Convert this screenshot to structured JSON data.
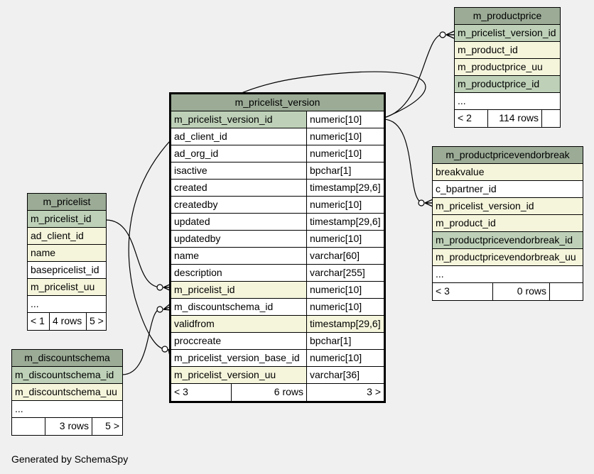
{
  "footer": "Generated by SchemaSpy",
  "colors": {
    "background": "#f0f0f0",
    "header": "#9bab96",
    "primary_key": "#bed1b8",
    "indexed": "#f5f5dc"
  },
  "tables": {
    "m_productprice": {
      "name": "m_productprice",
      "columns": [
        "m_pricelist_version_id",
        "m_product_id",
        "m_productprice_uu",
        "m_productprice_id",
        "..."
      ],
      "footer": [
        "< 2",
        "114 rows",
        ""
      ]
    },
    "m_pricelist_version": {
      "name": "m_pricelist_version",
      "columns": [
        {
          "name": "m_pricelist_version_id",
          "type": "numeric[10]"
        },
        {
          "name": "ad_client_id",
          "type": "numeric[10]"
        },
        {
          "name": "ad_org_id",
          "type": "numeric[10]"
        },
        {
          "name": "isactive",
          "type": "bpchar[1]"
        },
        {
          "name": "created",
          "type": "timestamp[29,6]"
        },
        {
          "name": "createdby",
          "type": "numeric[10]"
        },
        {
          "name": "updated",
          "type": "timestamp[29,6]"
        },
        {
          "name": "updatedby",
          "type": "numeric[10]"
        },
        {
          "name": "name",
          "type": "varchar[60]"
        },
        {
          "name": "description",
          "type": "varchar[255]"
        },
        {
          "name": "m_pricelist_id",
          "type": "numeric[10]"
        },
        {
          "name": "m_discountschema_id",
          "type": "numeric[10]"
        },
        {
          "name": "validfrom",
          "type": "timestamp[29,6]"
        },
        {
          "name": "proccreate",
          "type": "bpchar[1]"
        },
        {
          "name": "m_pricelist_version_base_id",
          "type": "numeric[10]"
        },
        {
          "name": "m_pricelist_version_uu",
          "type": "varchar[36]"
        }
      ],
      "footer": [
        "< 3",
        "6 rows",
        "3 >"
      ]
    },
    "m_productpricevendorbreak": {
      "name": "m_productpricevendorbreak",
      "columns": [
        "breakvalue",
        "c_bpartner_id",
        "m_pricelist_version_id",
        "m_product_id",
        "m_productpricevendorbreak_id",
        "m_productpricevendorbreak_uu",
        "..."
      ],
      "footer": [
        "< 3",
        "0 rows",
        ""
      ]
    },
    "m_pricelist": {
      "name": "m_pricelist",
      "columns": [
        "m_pricelist_id",
        "ad_client_id",
        "name",
        "basepricelist_id",
        "m_pricelist_uu",
        "..."
      ],
      "footer": [
        "< 1",
        "4 rows",
        "5 >"
      ]
    },
    "m_discountschema": {
      "name": "m_discountschema",
      "columns": [
        "m_discountschema_id",
        "m_discountschema_uu",
        "..."
      ],
      "footer": [
        "",
        "3 rows",
        "5 >"
      ]
    }
  }
}
